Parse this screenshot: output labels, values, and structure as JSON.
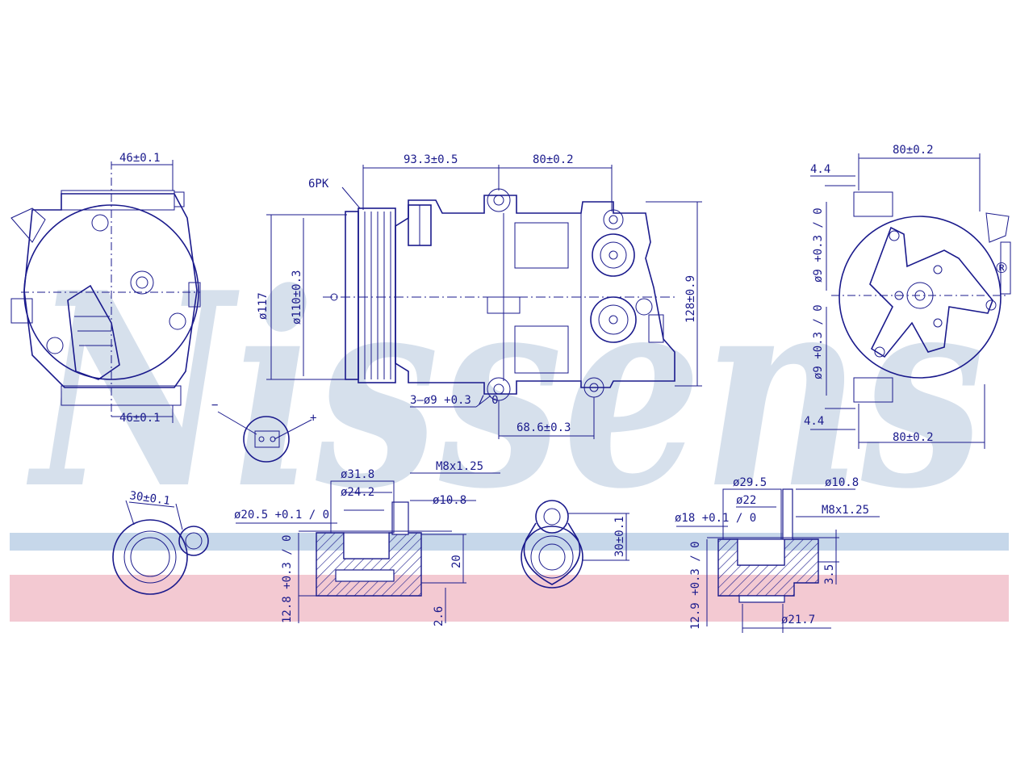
{
  "brand": {
    "watermark": "Nissens",
    "registered": "®"
  },
  "colors": {
    "line": "#1a1a8c",
    "band_blue": "#c6d7ea",
    "band_pink": "#f3c9d2",
    "watermark": "#c9d6e6"
  },
  "dimensions": {
    "left_top_width": "46±0.1",
    "left_bottom_width": "46±0.1",
    "belt": "6PK",
    "body_offset": "93.3±0.5",
    "body_span": "80±0.2",
    "pulley_outer": "ø117",
    "pulley_inner": "ø110±0.3",
    "height": "128±0.9",
    "mount_holes": "3–ø9 +0.3 / 0",
    "mount_spacing": "68.6±0.3",
    "right_top_width": "80±0.2",
    "right_bottom_width": "80±0.2",
    "right_top_offset": "4.4",
    "right_bottom_offset": "4.4",
    "right_hole_top": "ø9 +0.3 / 0",
    "right_hole_bottom": "ø9 +0.3 / 0",
    "connector_minus": "−",
    "connector_plus": "+",
    "port1_width": "30±0.1",
    "port1_d1": "ø31.8",
    "port1_d2": "ø24.2",
    "port1_d3": "ø20.5 +0.1 / 0",
    "port1_thread": "M8x1.25",
    "port1_bolt": "ø10.8",
    "port1_depth": "20",
    "port1_h": "12.8 +0.3 / 0",
    "port1_step": "2.6",
    "port2_width": "30±0.1",
    "port3_d1": "ø29.5",
    "port3_d2": "ø22",
    "port3_d3": "ø18 +0.1 / 0",
    "port3_bolt": "ø10.8",
    "port3_thread": "M8x1.25",
    "port3_h": "12.9 +0.3 / 0",
    "port3_step": "3.5",
    "port3_bottom": "ø21.7"
  }
}
